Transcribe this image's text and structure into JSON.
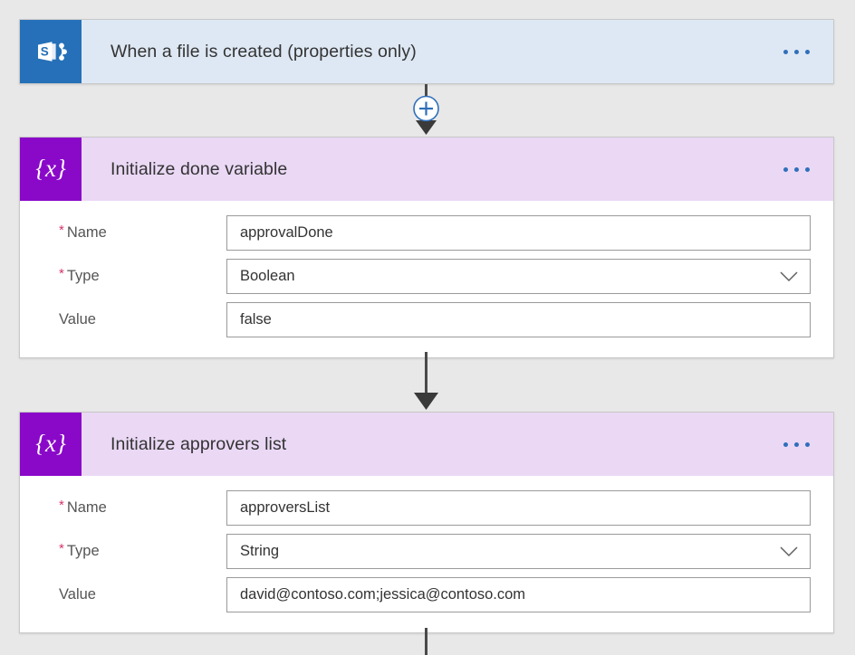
{
  "page": {
    "background_color": "#e8e8e8"
  },
  "flow": {
    "nodes": [
      {
        "id": "trigger",
        "kind": "trigger",
        "icon": "sharepoint-icon",
        "icon_tile_color": "#2570b8",
        "header_color": "#dee8f4",
        "title": "When a file is created (properties only)",
        "more_menu_label": "More commands",
        "fields": []
      },
      {
        "id": "init-done",
        "kind": "action",
        "icon": "variable-icon",
        "icon_glyph": "{x}",
        "icon_tile_color": "#8a09c9",
        "header_color": "#ead8f5",
        "title": "Initialize done variable",
        "more_menu_label": "More commands",
        "fields": [
          {
            "label": "Name",
            "required": true,
            "control": "text",
            "value": "approvalDone"
          },
          {
            "label": "Type",
            "required": true,
            "control": "select",
            "value": "Boolean"
          },
          {
            "label": "Value",
            "required": false,
            "control": "text",
            "value": "false"
          }
        ]
      },
      {
        "id": "init-approvers",
        "kind": "action",
        "icon": "variable-icon",
        "icon_glyph": "{x}",
        "icon_tile_color": "#8a09c9",
        "header_color": "#ead8f5",
        "title": "Initialize approvers list",
        "more_menu_label": "More commands",
        "fields": [
          {
            "label": "Name",
            "required": true,
            "control": "text",
            "value": "approversList"
          },
          {
            "label": "Type",
            "required": true,
            "control": "select",
            "value": "String"
          },
          {
            "label": "Value",
            "required": false,
            "control": "text",
            "value": "david@contoso.com;jessica@contoso.com"
          }
        ]
      }
    ],
    "connectors": [
      {
        "id": "c1",
        "has_add_button": true,
        "add_button_label": "+",
        "arrow": true
      },
      {
        "id": "c2",
        "has_add_button": false,
        "arrow": true
      },
      {
        "id": "c3",
        "has_add_button": false,
        "arrow": false
      }
    ],
    "colors": {
      "accent_blue": "#2f6fbb",
      "sharepoint_blue": "#2570b8",
      "variable_purple": "#8a09c9",
      "variable_header": "#ead8f5",
      "trigger_header": "#dee8f4",
      "required_marker": "#d6356a",
      "connector_line": "#4a4a4a"
    }
  }
}
